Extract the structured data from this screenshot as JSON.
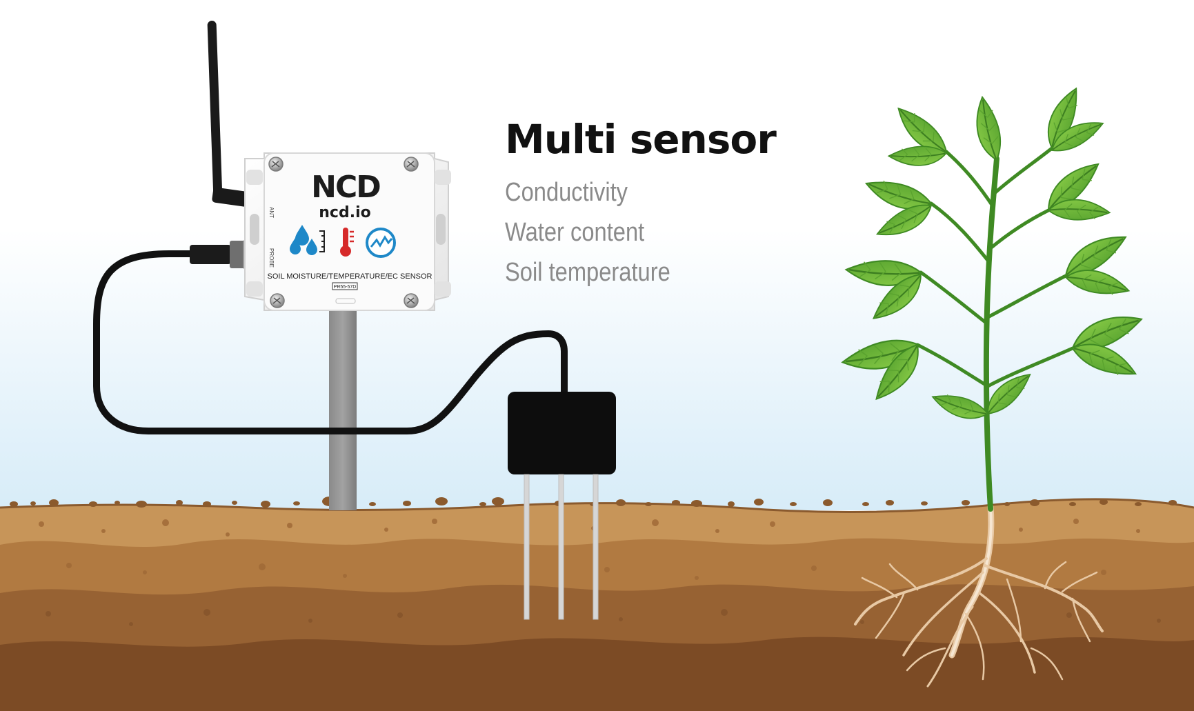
{
  "heading": {
    "title": "Multi sensor"
  },
  "features": [
    "Conductivity",
    "Water content",
    "Soil temperature"
  ],
  "device": {
    "brand_logo": "NCD",
    "website": "ncd.io",
    "product_name": "SOIL MOISTURE/TEMPERATURE/EC SENSOR",
    "model": "PR55-57D",
    "port_antenna": "ANT",
    "port_probe": "PROBE",
    "icons": [
      "water-drops-icon",
      "thermometer-icon",
      "wireless-signal-icon"
    ]
  },
  "colors": {
    "sky_top": "#ffffff",
    "sky_bottom": "#dbeefa",
    "soil_top": "#c08e57",
    "soil_mid": "#a8703d",
    "soil_deep": "#7a4a24",
    "leaf": "#6bb534",
    "leaf_dark": "#3f8a23",
    "probe": "#111111",
    "water_blue": "#1e88c8",
    "therm_red": "#d62a2a"
  }
}
